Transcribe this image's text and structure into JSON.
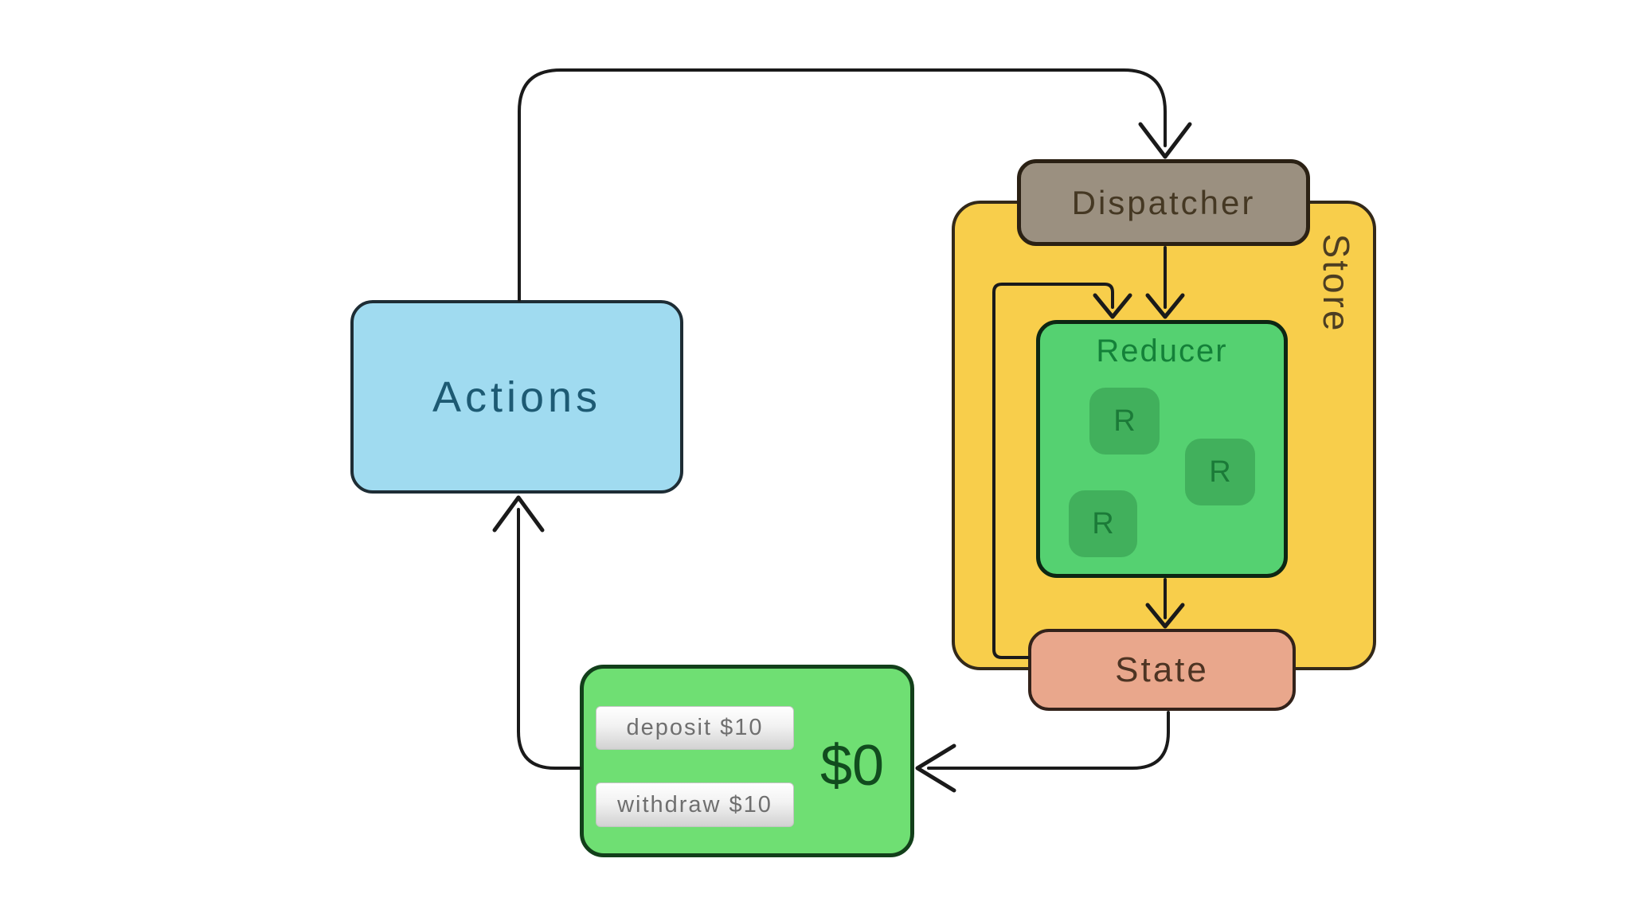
{
  "nodes": {
    "actions": {
      "label": "Actions"
    },
    "dispatcher": {
      "label": "Dispatcher"
    },
    "store": {
      "label": "Store"
    },
    "reducer": {
      "label": "Reducer",
      "chips": [
        "R",
        "R",
        "R"
      ]
    },
    "state": {
      "label": "State"
    },
    "view": {
      "balance": "$0",
      "buttons": [
        {
          "label": "deposit $10"
        },
        {
          "label": "withdraw $10"
        }
      ]
    }
  },
  "colors": {
    "line": "#1a1a1a",
    "actions_fill": "#a0dbf0",
    "actions_border": "#1e2d35",
    "actions_text": "#1d5a73",
    "store_fill": "#f8ce4b",
    "store_border": "#33291a",
    "store_text": "#4d3e22",
    "dispatcher_fill": "#9b9080",
    "dispatcher_border": "#2b2114",
    "dispatcher_text": "#453823",
    "reducer_fill": "#55d171",
    "reducer_border": "#0d2613",
    "reducer_text": "#148139",
    "chip_fill": "#41b05c",
    "chip_text": "#1b7a38",
    "state_fill": "#e9a78c",
    "state_border": "#33221a",
    "state_text": "#4d3423",
    "view_fill": "#6fdf73",
    "view_border": "#123f1a",
    "balance_text": "#114c1e",
    "button_text": "#6f6f6f"
  }
}
